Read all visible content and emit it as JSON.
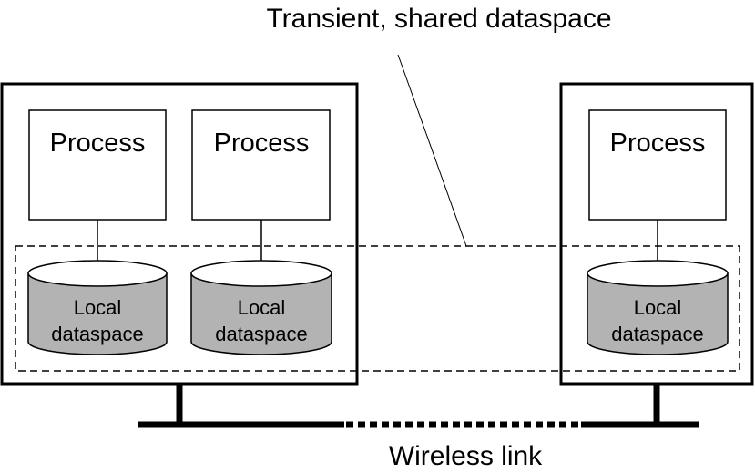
{
  "title": "Transient, shared dataspace",
  "link_label": "Wireless link",
  "process_label": "Process",
  "dataspace_line1": "Local",
  "dataspace_line2": "dataspace",
  "colors": {
    "stroke": "#000000",
    "cylinder_fill": "#b3b3b3",
    "cylinder_top": "#ffffff",
    "background": "#ffffff"
  }
}
